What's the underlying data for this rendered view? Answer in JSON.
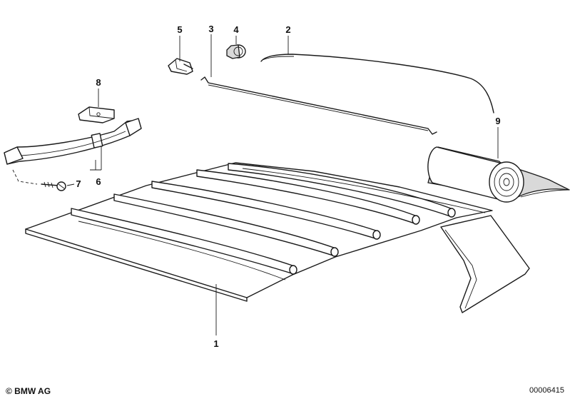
{
  "callouts": [
    {
      "id": "1",
      "label": "1"
    },
    {
      "id": "2",
      "label": "2"
    },
    {
      "id": "3",
      "label": "3"
    },
    {
      "id": "4",
      "label": "4"
    },
    {
      "id": "5",
      "label": "5"
    },
    {
      "id": "6",
      "label": "6"
    },
    {
      "id": "7",
      "label": "7"
    },
    {
      "id": "8",
      "label": "8"
    },
    {
      "id": "9",
      "label": "9"
    }
  ],
  "footer": {
    "copyright": "© BMW AG",
    "diagram_number": "00006415"
  }
}
